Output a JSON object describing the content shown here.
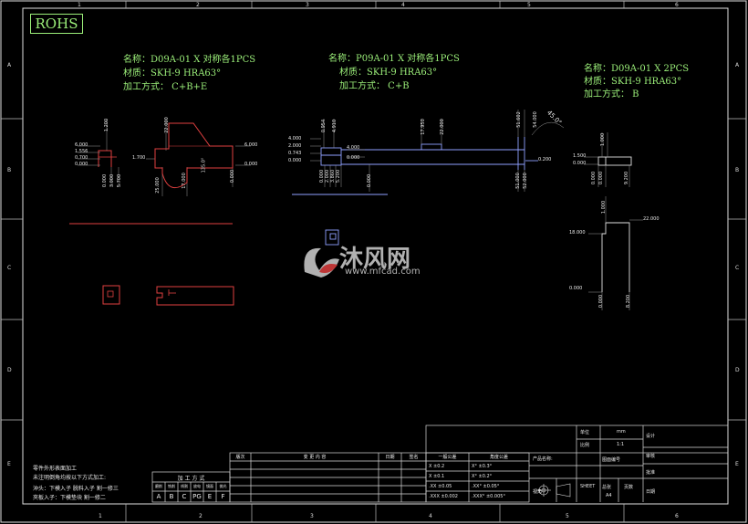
{
  "rohs_label": "ROHS",
  "zones": {
    "top": [
      "1",
      "2",
      "3",
      "4",
      "5",
      "6"
    ],
    "side": [
      "A",
      "B",
      "C",
      "D",
      "E"
    ]
  },
  "parts": [
    {
      "name": "名称：D09A-01  X   对称各1PCS",
      "material": "材质：SKH-9  HRA63°",
      "process": "加工方式：  C+B+E"
    },
    {
      "name": "名称：P09A-01  X   对称各1PCS",
      "material": "材质：SKH-9  HRA63°",
      "process": "加工方式：      C+B"
    },
    {
      "name": "名称：D09A-01  X     2PCS",
      "material": "材质：SKH-9  HRA63°",
      "process": "加工方式：  B"
    }
  ],
  "dims1": {
    "v1": [
      "1.200",
      "22.000"
    ],
    "h1": [
      "6.000",
      "1.556",
      "0.700",
      "0.000"
    ],
    "h_right": [
      "6.000",
      "0.000"
    ],
    "left_mark": "1.700",
    "bottom": [
      "0.000",
      "3.000",
      "5.700",
      "25.000",
      "17.000",
      "0.000"
    ],
    "angle": "135.0°"
  },
  "dims2": {
    "top": [
      "0.954",
      "4.910",
      "17.950",
      "22.000",
      "51.602",
      "54.000"
    ],
    "left": [
      "4.000",
      "2.000",
      "0.743",
      "0.000"
    ],
    "mid_left": [
      "4.000",
      "0.000"
    ],
    "bottom": [
      "0.000",
      "2.000",
      "3.860",
      "5.200",
      "0.000",
      "51.000",
      "52.000"
    ],
    "right": "0.200",
    "angle": "45.0°"
  },
  "dims3": {
    "top": [
      "1.000"
    ],
    "left": [
      "1.500",
      "0.000"
    ],
    "bottom": [
      "0.000",
      "0.000",
      "9.200"
    ],
    "big_top": [
      "1.000",
      "22.000"
    ],
    "big_left": [
      "18.000",
      "0.000"
    ],
    "big_bottom": [
      "0.000",
      "8.200"
    ]
  },
  "notes": [
    "零件外形表面加工",
    "未注明倒角均按以下方式加工:",
    "沖头：下模入子  脱料入子   割一修三",
    "夾板入子：下模垫块   割一修二"
  ],
  "process_header": "加    工    方    式",
  "process_cols": [
    "磨削",
    "铣削",
    "线割",
    "放电",
    "镜面",
    "抛光"
  ],
  "process_codes": [
    "A",
    "B",
    "C",
    "PG",
    "E",
    "F"
  ],
  "revision_cols": [
    "版次",
    "变  更  内  容",
    "日期",
    "签名"
  ],
  "tolerance_header": [
    "一般公差",
    "角度公差"
  ],
  "tolerance_rows": [
    [
      "X ±0.2",
      "X° ±0.3°"
    ],
    [
      "X ±0.1",
      "X° ±0.2°"
    ],
    [
      ".XX ±0.05",
      ".XX° ±0.05°"
    ],
    [
      ".XXX ±0.002",
      ".XXX° ±0.005°"
    ]
  ],
  "title_block": {
    "product_label": "产品名称:",
    "unit_label": "单位",
    "unit_value": "mm",
    "scale_label": "比例",
    "scale_value": "1:1",
    "sheet_label": "SHEET",
    "total_label": "总张",
    "page_label": "页数",
    "page_value": "A4",
    "projection_label": "视角",
    "design_label": "设计",
    "check_label": "审核",
    "approve_label": "批准",
    "date_label": "日期",
    "drawing_no_label": "图面编号"
  },
  "watermark": {
    "cn": "沐风网",
    "url": "www.mfcad.com"
  }
}
